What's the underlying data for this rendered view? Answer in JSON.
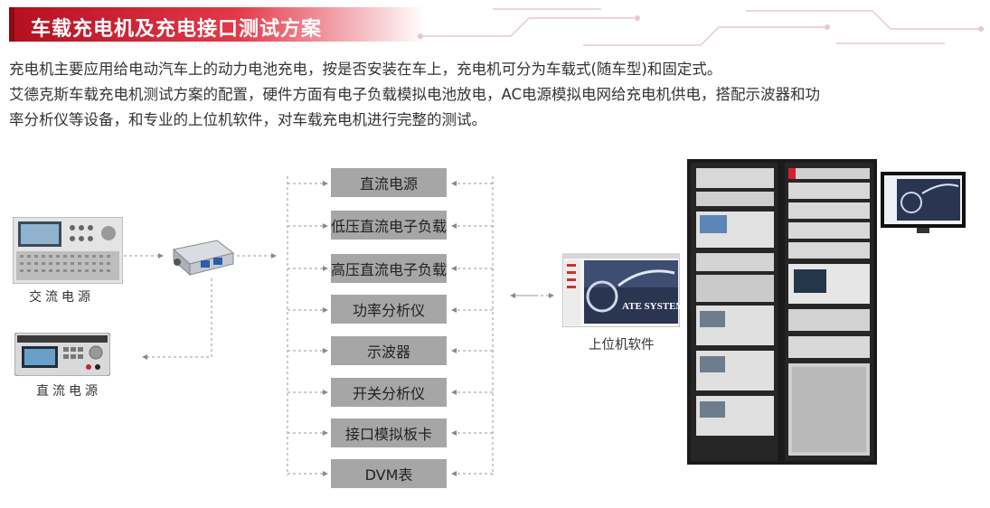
{
  "header": {
    "title": "车载充电机及充电接口测试方案"
  },
  "description": {
    "line1": "充电机主要应用给电动汽车上的动力电池充电，按是否安装在车上，充电机可分为车载式(随车型)和固定式。",
    "line2": "艾德克斯车载充电机测试方案的配置，硬件方面有电子负载模拟电池放电，AC电源模拟电网给充电机供电，搭配示波器和功",
    "line3": "率分析仪等设备，和专业的上位机软件，对车载充电机进行完整的测试。"
  },
  "devices": {
    "ac_power_label": "交流电源",
    "dc_power_label": "直流电源",
    "software_label": "上位机软件",
    "software_splash_text": "ATE SYSTEM"
  },
  "equipment_list": [
    "直流电源",
    "低压直流电子负载",
    "高压直流电子负载",
    "功率分析仪",
    "示波器",
    "开关分析仪",
    "接口模拟板卡",
    "DVM表"
  ],
  "colors": {
    "accent_red": "#d42132",
    "box_gray": "#a6a6a6",
    "dash_gray": "#9a9a9a"
  }
}
